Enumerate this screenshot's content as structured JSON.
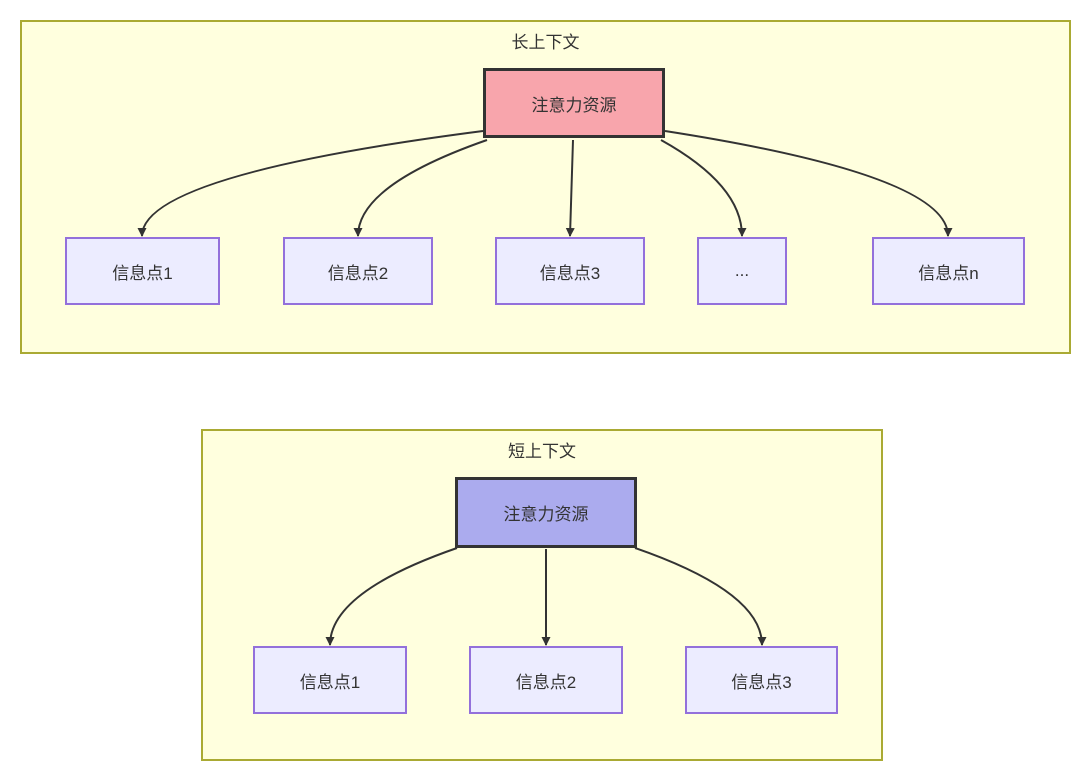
{
  "colors": {
    "cluster_fill": "#FFFFDE",
    "cluster_border": "#AAAA33",
    "attn_long_fill": "#F8A5AC",
    "attn_short_fill": "#ABABEE",
    "attn_border": "#333333",
    "node_fill": "#ECECFF",
    "node_border": "#9370DB",
    "arrow": "#333333",
    "text": "#333333"
  },
  "clusters": [
    {
      "title": "长上下文",
      "attention": {
        "label": "注意力资源"
      },
      "nodes": [
        {
          "label": "信息点1"
        },
        {
          "label": "信息点2"
        },
        {
          "label": "信息点3"
        },
        {
          "label": "..."
        },
        {
          "label": "信息点n"
        }
      ]
    },
    {
      "title": "短上下文",
      "attention": {
        "label": "注意力资源"
      },
      "nodes": [
        {
          "label": "信息点1"
        },
        {
          "label": "信息点2"
        },
        {
          "label": "信息点3"
        }
      ]
    }
  ]
}
